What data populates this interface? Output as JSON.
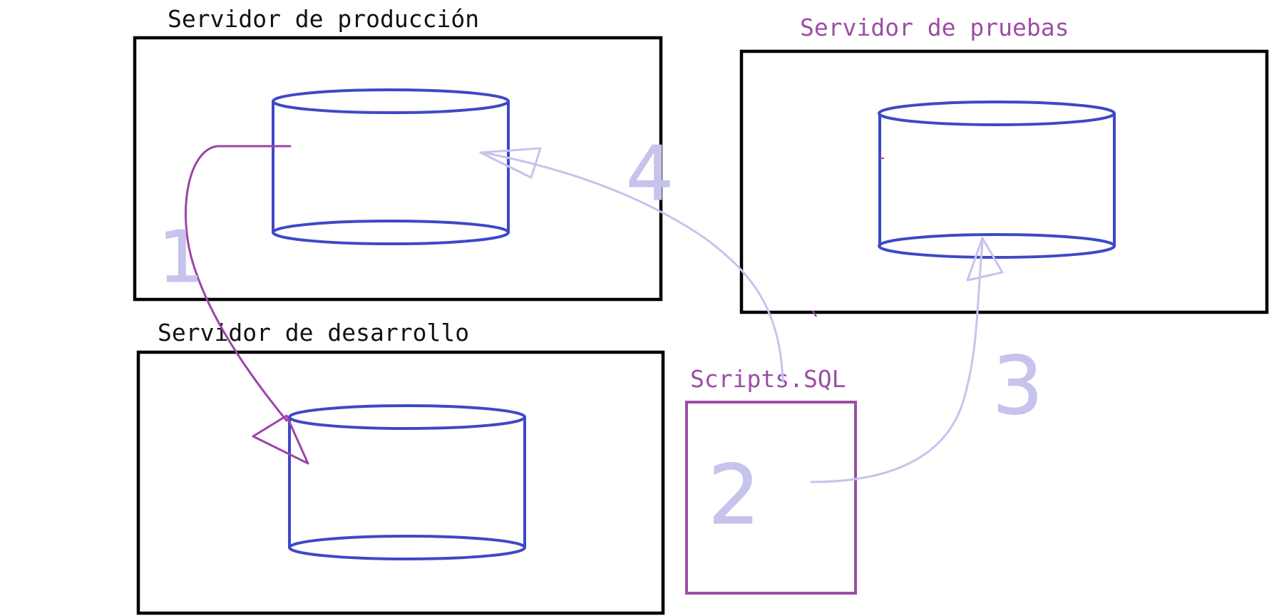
{
  "labels": {
    "production_server": "Servidor de producción",
    "test_server": "Servidor de pruebas",
    "development_server": "Servidor de desarrollo",
    "scripts_box": "Scripts.SQL"
  },
  "steps": [
    "1",
    "2",
    "3",
    "4"
  ],
  "colors": {
    "server_box": "#000000",
    "database": "#3e48c6",
    "scripts_accent": "#9b4ea3",
    "step_1_arrow": "#9b45a8",
    "steps_2_4": "#c6c3ec"
  }
}
